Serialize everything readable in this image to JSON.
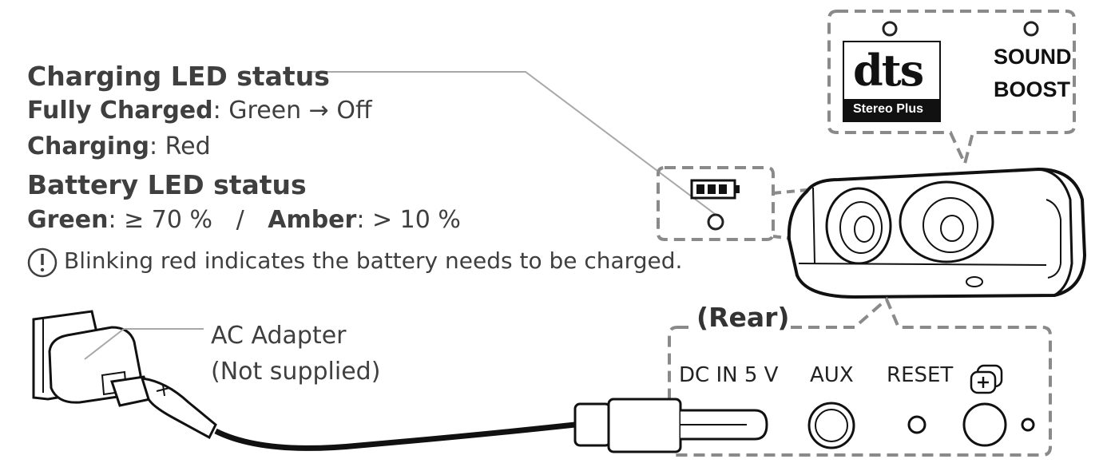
{
  "charging_led": {
    "title": "Charging LED status",
    "full_label": "Fully Charged",
    "full_value": ": Green → Off",
    "charging_label": "Charging",
    "charging_value": ": Red"
  },
  "battery_led": {
    "title": "Battery LED status",
    "green_label": "Green",
    "green_value": ": ≥ 70 %",
    "separator": "/",
    "amber_label": "Amber",
    "amber_value": ": > 10 %"
  },
  "notice": {
    "icon": "exclamation-circle-icon",
    "text": "Blinking red indicates the battery needs to be charged."
  },
  "adapter": {
    "line1": "AC Adapter",
    "line2": "(Not supplied)"
  },
  "top_panel": {
    "dts_logo": "dts",
    "dts_sub": "Stereo Plus",
    "sound_boost_line1": "SOUND",
    "sound_boost_line2": "BOOST"
  },
  "rear": {
    "title": "(Rear)",
    "ports": [
      "DC IN 5 V",
      "AUX",
      "RESET"
    ],
    "pair_icon": "bluetooth-pair-icon"
  },
  "colors": {
    "text": "#3f3f3f",
    "dashed_border": "#8a8a8a",
    "leader_line": "#a8a8a8",
    "logo_bg": "#111111"
  }
}
